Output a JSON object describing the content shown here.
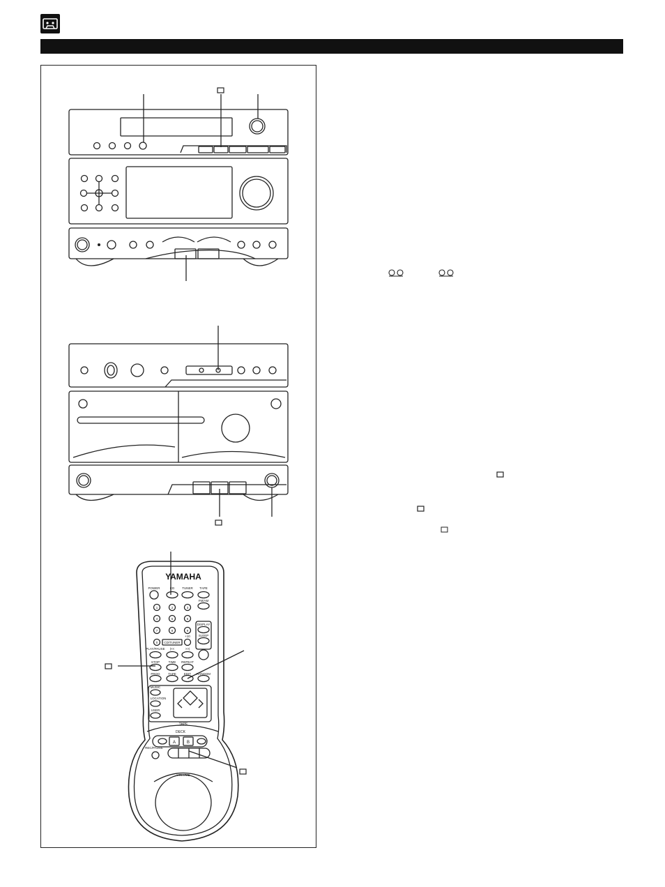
{
  "page": {
    "header_icon": "cassette-tape-icon",
    "title_bar_color": "#111111",
    "background": "#ffffff"
  },
  "remote": {
    "brand": "YAMAHA",
    "top_row": [
      "POWER",
      "CD",
      "TUNER",
      "TAPE"
    ],
    "fm_am_label": "FM/AM",
    "digits": [
      "1",
      "2",
      "3",
      "4",
      "5",
      "6",
      "7",
      "8",
      "9",
      "0"
    ],
    "cd_tuner_label": "CD/TUNER",
    "plus10_label": "+10",
    "display_label": "DISPLAY",
    "sleep_label": "SLEEP",
    "play_pause_label": "PLAY/PAUSE",
    "skip_back_label": "|<<",
    "skip_fwd_label": ">>|",
    "stop_label": "STOP",
    "time_label": "TIME",
    "repeat_label": "REPEAT",
    "prog_label": "PROG",
    "tape_label": "TAPE",
    "edit_label": "EDIT",
    "random_label": "RANDOM",
    "music_label": "MUSIC",
    "location_label": "LOCATION",
    "user_label": "USER",
    "tape_arc_label": "TAPE",
    "deck_label": "DECK",
    "deck_a_label": "A",
    "deck_b_label": "B",
    "rec_pause_label": "REC/PAUSE",
    "volume_label": "VOLUME"
  }
}
